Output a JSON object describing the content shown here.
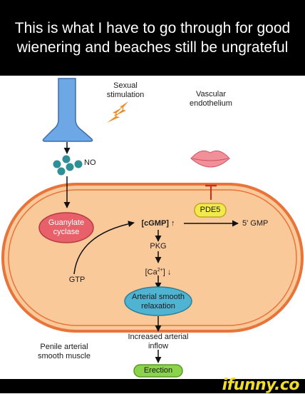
{
  "caption": "This is what I have to go through for good wienering and beaches still be ungrateful",
  "diagram": {
    "sexual_stimulation": "Sexual stimulation",
    "vascular_endothelium": "Vascular endothelium",
    "no_label": "NO",
    "guanylate_cyclase": "Guanylate cyclase",
    "cgmp": "[cGMP] ↑",
    "pde5": "PDE5",
    "gmp5": "5' GMP",
    "pkg": "PKG",
    "ca_prefix": "[Ca",
    "ca_sup": "2+",
    "ca_suffix": "] ↓",
    "gtp": "GTP",
    "arterial_relaxation": "Arterial smooth relaxation",
    "increased_inflow": "Increased arterial inflow",
    "penile_muscle": "Penile arterial smooth muscle",
    "erection": "Erection"
  },
  "footer": {
    "brand": "ifunny.co"
  },
  "colors": {
    "cell_fill": "#f9c99a",
    "cell_border": "#e8743a",
    "neuron": "#6ea7e6",
    "guanylate": "#e8606a",
    "pde5": "#f3e94a",
    "relaxation": "#4fb3d1",
    "erection": "#8ad34a",
    "brand": "#f0dc2a"
  },
  "icons": [
    "neuron-terminal-icon",
    "lightning-icon",
    "no-molecules-icon",
    "lips-icon",
    "inhibition-bar-icon"
  ]
}
